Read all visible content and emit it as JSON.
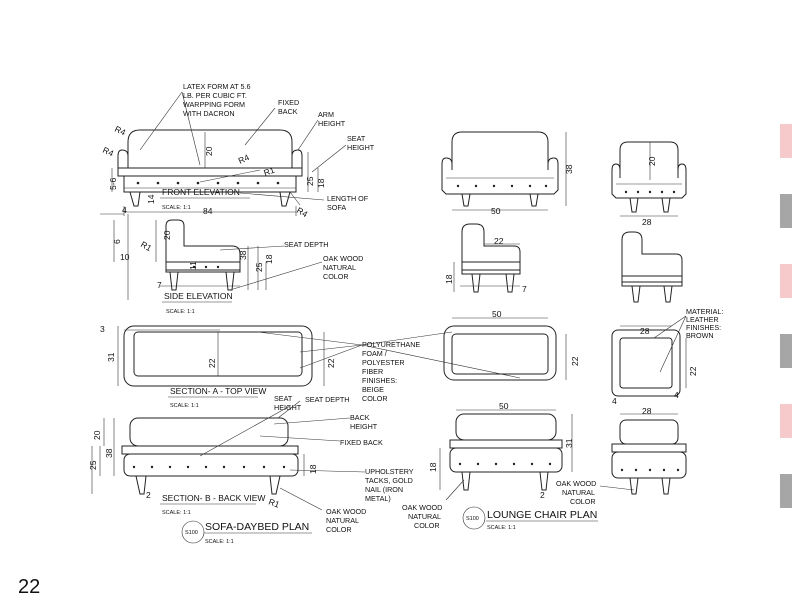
{
  "page_number": "22",
  "side_tab_colors": [
    "#f6c9cb",
    "#a6a6a6",
    "#f6c9cb",
    "#a6a6a6",
    "#f6c9cb",
    "#a6a6a6"
  ],
  "sofa": {
    "plan_title": "SOFA-DAYBED PLAN",
    "plan_tag": "S100",
    "plan_scale": "SCALE: 1:1",
    "front_elevation": "FRONT ELEVATION",
    "front_scale": "SCALE: 1:1",
    "side_elevation": "SIDE ELEVATION",
    "side_scale": "SCALE: 1:1",
    "section_a": "SECTION- A - TOP VIEW",
    "section_a_scale": "SCALE: 1:1",
    "section_b": "SECTION- B - BACK VIEW",
    "section_b_scale": "SCALE: 1:1"
  },
  "lounge": {
    "plan_title": "LOUNGE CHAIR PLAN",
    "plan_tag": "S100",
    "plan_scale": "SCALE: 1:1"
  },
  "notes": {
    "latex_1": "LATEX FORM AT 5.6",
    "latex_2": "LB. PER CUBIC FT.",
    "latex_3": "WARPPING FORM",
    "latex_4": "WITH DACRON",
    "fixed_back_1": "FIXED",
    "fixed_back_2": "BACK",
    "arm_height_1": "ARM",
    "arm_height_2": "HEIGHT",
    "seat_height_1": "SEAT",
    "seat_height_2": "HEIGHT",
    "length_sofa_1": "LENGTH OF",
    "length_sofa_2": "SOFA",
    "seat_depth_side": "SEAT DEPTH",
    "oak_side_1": "OAK WOOD",
    "oak_side_2": "NATURAL",
    "oak_side_3": "COLOR",
    "poly_1": "POLYURETHANE",
    "poly_2": "FOAM /",
    "poly_3": "POLYESTER",
    "poly_4": "FIBER",
    "poly_5": "FINISHES:",
    "poly_6": "BEIGE",
    "poly_7": "COLOR",
    "seat_height_b_1": "SEAT",
    "seat_height_b_2": "HEIGHT",
    "seat_depth_b": "SEAT DEPTH",
    "back_height_1": "BACK",
    "back_height_2": "HEIGHT",
    "fixed_back_b": "FIXED BACK",
    "uph_1": "UPHOLSTERY",
    "uph_2": "TACKS, GOLD",
    "uph_3": "NAIL (IRON",
    "uph_4": "METAL)",
    "oak_b_1": "OAK WOOD",
    "oak_b_2": "NATURAL",
    "oak_b_3": "COLOR",
    "oak_l_1": "OAK WOOD",
    "oak_l_2": "NATURAL",
    "oak_l_3": "COLOR",
    "oak_r_1": "OAK WOOD",
    "oak_r_2": "NATURAL",
    "oak_r_3": "COLOR",
    "mat_1": "MATERIAL:",
    "mat_2": "LEATHER",
    "mat_3": "FINISHES:",
    "mat_4": "BROWN"
  },
  "dims": {
    "r4_a": "R4",
    "r4_b": "R4",
    "r4_c": "R4",
    "r4_d": "R4",
    "r1_a": "R1",
    "r1_b": "R1",
    "r1_c": "R1",
    "d_20_front": "20",
    "d_5_6": "5-6",
    "d_25_front": "25",
    "d_18_front": "18",
    "d_84": "84",
    "d_4": "4",
    "d_14": "14",
    "d_6": "6",
    "d_10": "10",
    "d_20_side": "20",
    "d_11": "11",
    "d_38_side": "38",
    "d_25_side": "25",
    "d_18_side": "18",
    "d_7_side": "7",
    "d_3": "3",
    "d_31_top": "31",
    "d_22_top_a": "22",
    "d_22_top_b": "22",
    "d_20_back": "20",
    "d_38_back": "38",
    "d_25_back": "25",
    "d_18_back": "18",
    "d_2_back": "2",
    "d_38_lf": "38",
    "d_50_lf": "50",
    "d_22_ls": "22",
    "d_18_ls": "18",
    "d_7_ls": "7",
    "d_50_lt": "50",
    "d_22_lt": "22",
    "d_50_lb": "50",
    "d_31_lb": "31",
    "d_18_lb": "18",
    "d_2_lb": "2",
    "d_20_rf": "20",
    "d_28_rf": "28",
    "d_28_rt": "28",
    "d_22_rt": "22",
    "d_4_rt_a": "4",
    "d_4_rt_b": "4",
    "d_28_rb": "28"
  }
}
